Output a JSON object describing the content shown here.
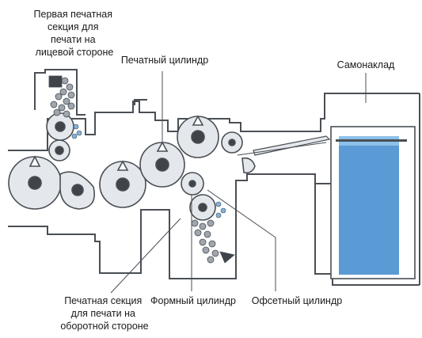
{
  "labels": {
    "first_section": [
      "Первая печатная",
      "секция для",
      "печати на",
      "лицевой стороне"
    ],
    "impression_cylinder": "Печатный цилиндр",
    "feeder": "Самонаклад",
    "second_section": [
      "Печатная секция",
      "для печати на",
      "оборотной стороне"
    ],
    "plate_cylinder": "Формный цилиндр",
    "blanket_cylinder": "Офсетный цилиндр"
  },
  "colors": {
    "line": "#4a4f55",
    "cylinder_fill": "#e4e8ec",
    "cylinder_core": "#3e444a",
    "roller_fill": "#9fa6ae",
    "paper_stack": "#5b9bd5",
    "paper_stack_light": "#8cc0ea",
    "ink_blue": "#7fb3e0"
  }
}
